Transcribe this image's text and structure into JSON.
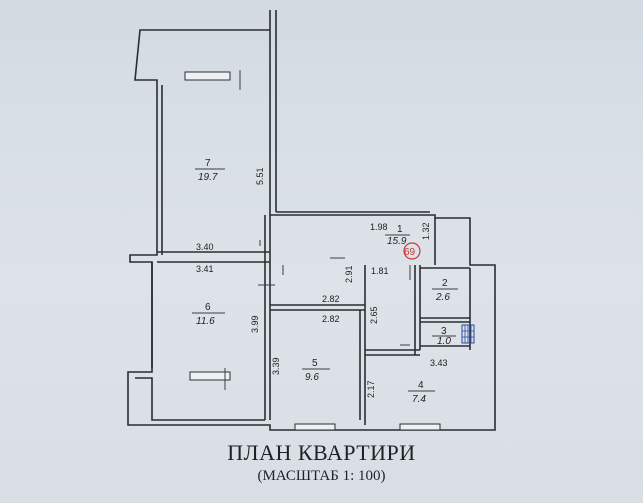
{
  "title": "ПЛАН КВАРТИРИ",
  "scale": "(МАСШТАБ 1: 100)",
  "apartment_number": "69",
  "rooms": [
    {
      "num": "7",
      "area": "19.7"
    },
    {
      "num": "6",
      "area": "11.6"
    },
    {
      "num": "5",
      "area": "9.6"
    },
    {
      "num": "4",
      "area": "7.4"
    },
    {
      "num": "1",
      "area": "15.9"
    },
    {
      "num": "2",
      "area": "2.6"
    },
    {
      "num": "3",
      "area": "1.0"
    }
  ],
  "dimensions": [
    "5.51",
    "3.40",
    "3.41",
    "3.99",
    "2.82",
    "2.82",
    "2.91",
    "3.39",
    "1.98",
    "1.32",
    "1.81",
    "2.65",
    "2.17",
    "3.43"
  ]
}
